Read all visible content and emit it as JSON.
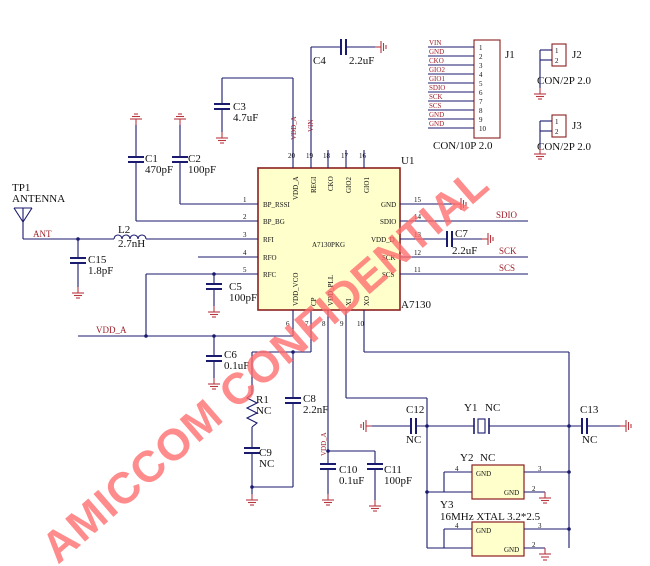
{
  "chip": {
    "ref": "U1",
    "name": "A7130",
    "package": "A7130PKG",
    "left_pins": [
      {
        "num": "1",
        "name": "BP_RSSI"
      },
      {
        "num": "2",
        "name": "BP_BG"
      },
      {
        "num": "3",
        "name": "RFI"
      },
      {
        "num": "4",
        "name": "RFO"
      },
      {
        "num": "5",
        "name": "RFC"
      }
    ],
    "right_pins": [
      {
        "num": "15",
        "name": "GND"
      },
      {
        "num": "14",
        "name": "SDIO"
      },
      {
        "num": "13",
        "name": "VDD_D"
      },
      {
        "num": "12",
        "name": "SCK"
      },
      {
        "num": "11",
        "name": "SCS"
      }
    ],
    "top_pins": [
      {
        "num": "20",
        "name": "VDD_A"
      },
      {
        "num": "19",
        "name": "REGI"
      },
      {
        "num": "18",
        "name": "CKO"
      },
      {
        "num": "17",
        "name": "GIO2"
      },
      {
        "num": "16",
        "name": "GIO1"
      }
    ],
    "bottom_pins": [
      {
        "num": "6",
        "name": "VDD_VCO"
      },
      {
        "num": "7",
        "name": "CP"
      },
      {
        "num": "8",
        "name": "VDD_PLL"
      },
      {
        "num": "9",
        "name": "XI"
      },
      {
        "num": "10",
        "name": "XO"
      }
    ]
  },
  "components": {
    "c1": {
      "ref": "C1",
      "value": "470pF"
    },
    "c2": {
      "ref": "C2",
      "value": "100pF"
    },
    "c3": {
      "ref": "C3",
      "value": "4.7uF"
    },
    "c4": {
      "ref": "C4",
      "value": "2.2uF"
    },
    "c5": {
      "ref": "C5",
      "value": "100pF"
    },
    "c6": {
      "ref": "C6",
      "value": "0.1uF"
    },
    "c7": {
      "ref": "C7",
      "value": "2.2uF"
    },
    "c8": {
      "ref": "C8",
      "value": "2.2nF"
    },
    "c9": {
      "ref": "C9",
      "value": "NC"
    },
    "c10": {
      "ref": "C10",
      "value": "0.1uF"
    },
    "c11": {
      "ref": "C11",
      "value": "100pF"
    },
    "c12": {
      "ref": "C12",
      "value": "NC"
    },
    "c13": {
      "ref": "C13",
      "value": "NC"
    },
    "c15": {
      "ref": "C15",
      "value": "1.8pF"
    },
    "l2": {
      "ref": "L2",
      "value": "2.7nH"
    },
    "r1": {
      "ref": "R1",
      "value": "NC"
    },
    "y1": {
      "ref": "Y1",
      "value": "NC"
    },
    "y2": {
      "ref": "Y2",
      "value": "NC",
      "gnd1": "GND",
      "gnd2": "GND",
      "p4": "4",
      "p3": "3",
      "p2": "2"
    },
    "y3": {
      "ref": "Y3",
      "value": "16MHz XTAL  3.2*2.5",
      "gnd1": "GND",
      "gnd2": "GND",
      "p4": "4",
      "p3": "3",
      "p2": "2"
    },
    "tp1": {
      "ref": "TP1",
      "name": "ANTENNA"
    }
  },
  "connectors": {
    "j1": {
      "ref": "J1",
      "name": "CON/10P 2.0",
      "pins": [
        {
          "num": "1",
          "net": "VIN"
        },
        {
          "num": "2",
          "net": "GND"
        },
        {
          "num": "3",
          "net": "CKO"
        },
        {
          "num": "4",
          "net": "GIO2"
        },
        {
          "num": "5",
          "net": "GIO1"
        },
        {
          "num": "6",
          "net": "SDIO"
        },
        {
          "num": "7",
          "net": "SCK"
        },
        {
          "num": "8",
          "net": "SCS"
        },
        {
          "num": "9",
          "net": "GND"
        },
        {
          "num": "10",
          "net": "GND"
        }
      ]
    },
    "j2": {
      "ref": "J2",
      "name": "CON/2P 2.0",
      "pin1": "1",
      "pin2": "2"
    },
    "j3": {
      "ref": "J3",
      "name": "CON/2P 2.0",
      "pin1": "1",
      "pin2": "2"
    }
  },
  "nets": {
    "ant": "ANT",
    "vdd_a_bottom": "VDD_A",
    "vdd_a_top": "VDD_A",
    "vin": "VIN",
    "vdd_a_pll": "VDD_A",
    "sdio": "SDIO",
    "sck": "SCK",
    "scs": "SCS"
  },
  "watermark": "AMICCOM CONFIDENTIAL"
}
